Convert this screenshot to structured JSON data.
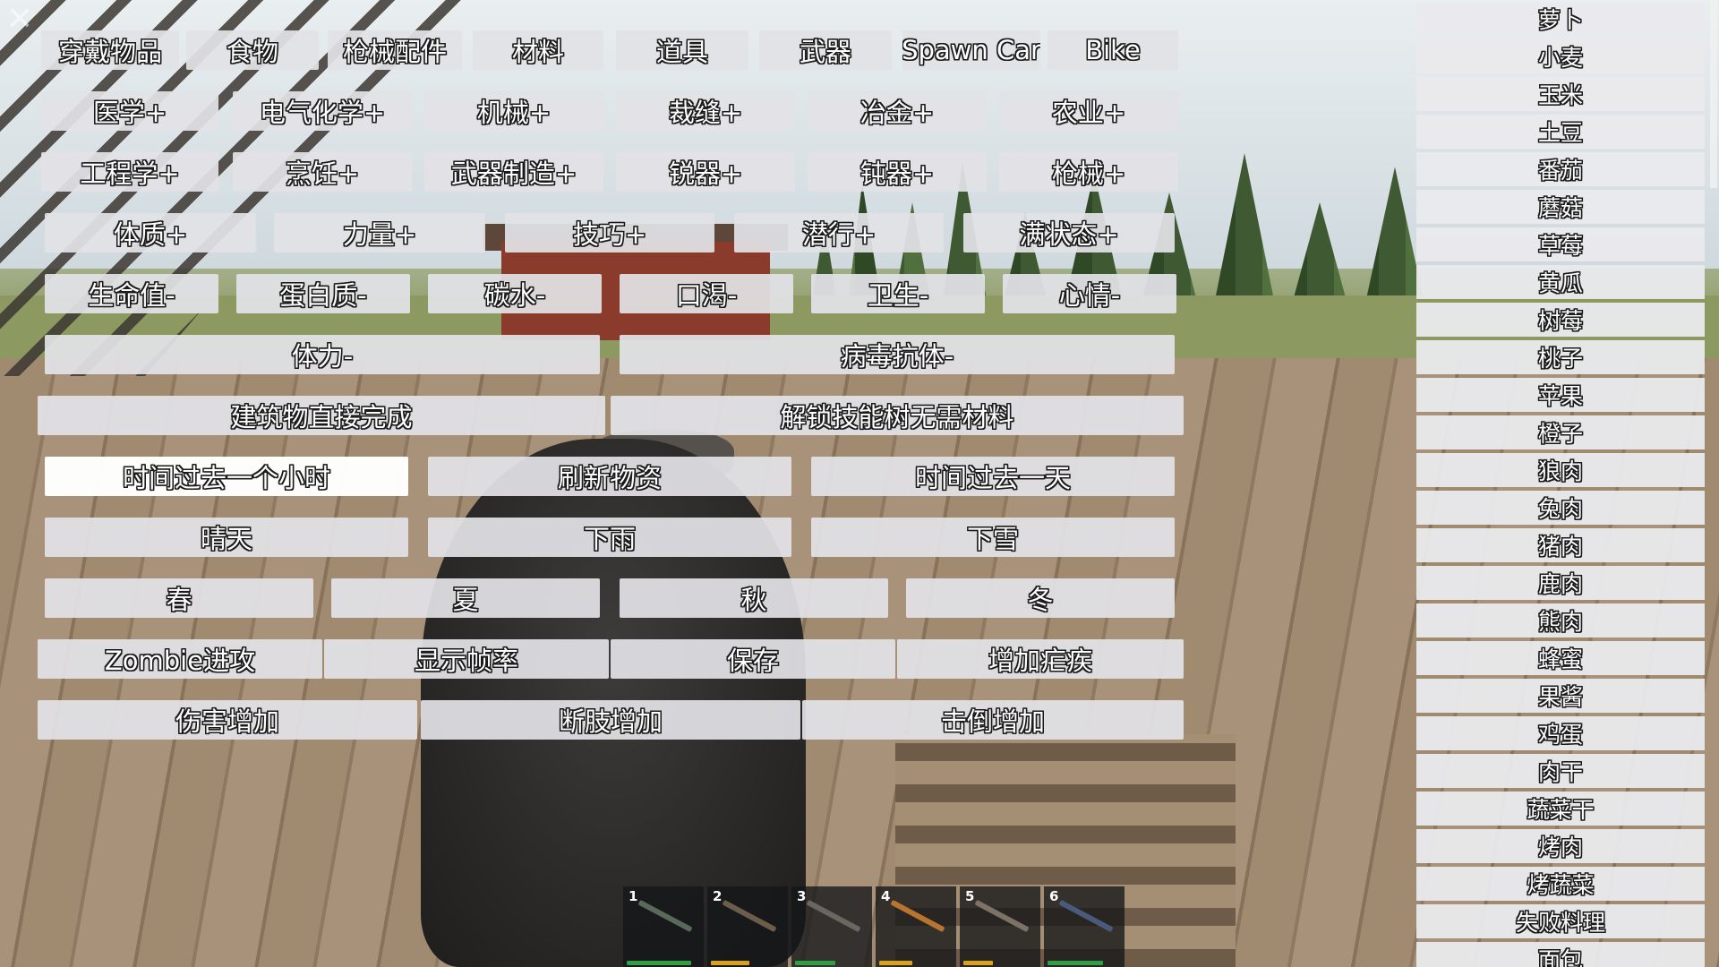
{
  "close_symbol": "✕",
  "category_tabs": [
    "穿戴物品",
    "食物",
    "枪械配件",
    "材料",
    "道具",
    "武器",
    "Spawn Car",
    "Bike"
  ],
  "skill_row_1": [
    "医学+",
    "电气化学+",
    "机械+",
    "裁缝+",
    "冶金+",
    "农业+"
  ],
  "skill_row_2": [
    "工程学+",
    "烹饪+",
    "武器制造+",
    "锐器+",
    "钝器+",
    "枪械+"
  ],
  "stat_up_row": [
    "体质+",
    "力量+",
    "技巧+",
    "潜行+",
    "满状态+"
  ],
  "vital_down_row": [
    "生命值-",
    "蛋白质-",
    "碳水-",
    "口渴-",
    "卫生-",
    "心情-"
  ],
  "stamina_row": [
    "体力-",
    "病毒抗体-"
  ],
  "unlock_row": [
    "建筑物直接完成",
    "解锁技能树无需材料"
  ],
  "time_row": [
    "时间过去一个小时",
    "刷新物资",
    "时间过去一天"
  ],
  "weather_row": [
    "晴天",
    "下雨",
    "下雪"
  ],
  "season_row": [
    "春",
    "夏",
    "秋",
    "冬"
  ],
  "misc_row": [
    "Zombie进攻",
    "显示帧率",
    "保存",
    "增加疟疾"
  ],
  "damage_row": [
    "伤害增加",
    "断肢增加",
    "击倒增加"
  ],
  "food_items": [
    "萝卜",
    "小麦",
    "玉米",
    "土豆",
    "番茄",
    "蘑菇",
    "草莓",
    "黄瓜",
    "树莓",
    "桃子",
    "苹果",
    "橙子",
    "狼肉",
    "兔肉",
    "猪肉",
    "鹿肉",
    "熊肉",
    "蜂蜜",
    "果酱",
    "鸡蛋",
    "肉干",
    "蔬菜干",
    "烤肉",
    "烤蔬菜",
    "失败料理",
    "面包"
  ],
  "hotbar": [
    {
      "number": "1",
      "item_icon": "rifle-icon",
      "durability": 0.88,
      "bar_color": "#2ea043"
    },
    {
      "number": "2",
      "item_icon": "axe-icon",
      "durability": 0.52,
      "bar_color": "#d9a21b"
    },
    {
      "number": "3",
      "item_icon": "pickaxe-icon",
      "durability": 0.55,
      "bar_color": "#2ea043"
    },
    {
      "number": "4",
      "item_icon": "hammer-icon",
      "durability": 0.45,
      "bar_color": "#d9a21b"
    },
    {
      "number": "5",
      "item_icon": "spear-icon",
      "durability": 0.4,
      "bar_color": "#d9a21b"
    },
    {
      "number": "6",
      "item_icon": "knife-icon",
      "durability": 0.75,
      "bar_color": "#2ea043"
    }
  ],
  "colors": {
    "button_bg": "#e2e2e6",
    "text_fill": "#ffffff",
    "text_outline": "#1a1a1a"
  }
}
